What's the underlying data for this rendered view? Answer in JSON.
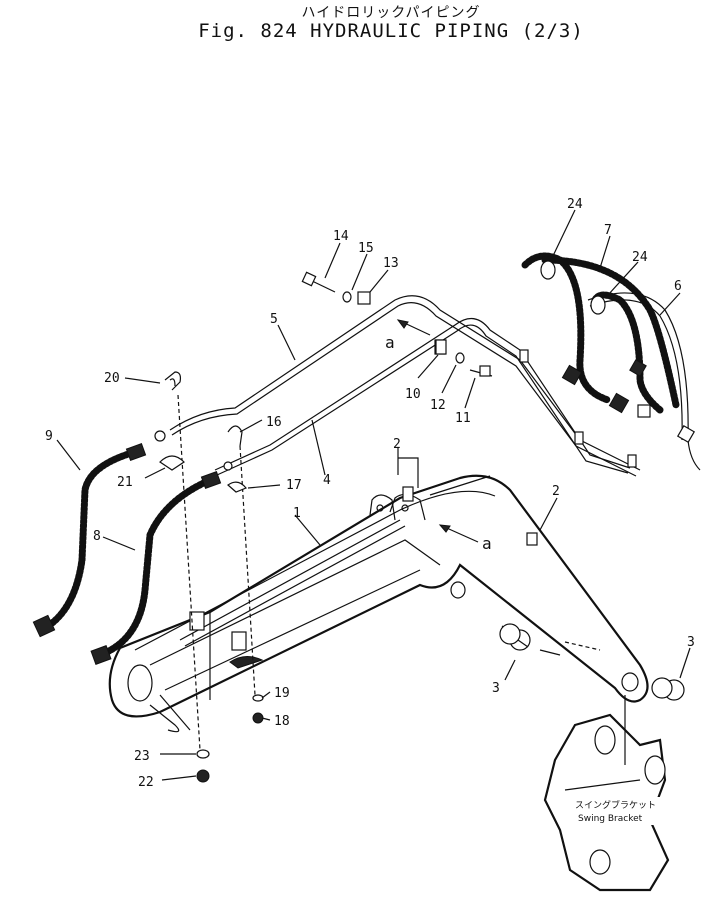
{
  "title": {
    "japanese": "ハイドロリックパイピング",
    "english": "Fig. 824  HYDRAULIC PIPING (2/3)"
  },
  "view_marker": "a",
  "bracket_label": {
    "jp": "スイングブラケット",
    "en": "Swing Bracket"
  },
  "callouts": [
    "1",
    "2",
    "3",
    "4",
    "5",
    "6",
    "7",
    "8",
    "9",
    "10",
    "11",
    "12",
    "13",
    "14",
    "15",
    "16",
    "17",
    "18",
    "19",
    "20",
    "21",
    "22",
    "23",
    "24"
  ]
}
